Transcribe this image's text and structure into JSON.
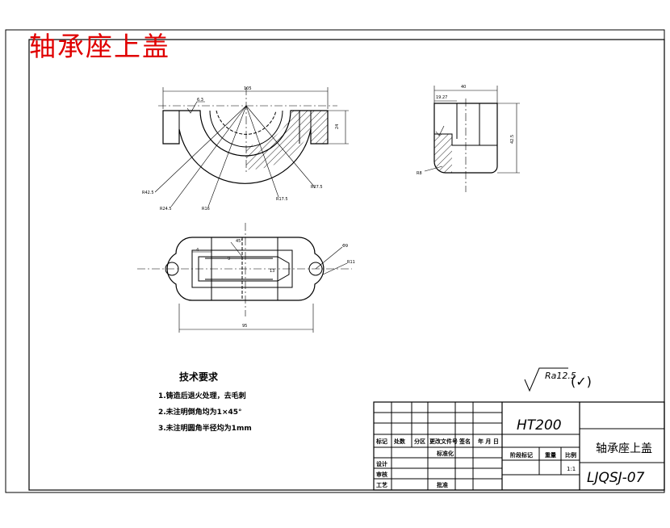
{
  "title": "轴承座上盖",
  "technical_requirements": {
    "heading": "技术要求",
    "items": [
      "1.铸造后退火处理，去毛刺",
      "2.未注明倒角均为1×45°",
      "3.未注明圆角半径均为1mm"
    ]
  },
  "front_view_dims": {
    "width": "105",
    "height": "24",
    "roughness": "6.3",
    "r1": "R42.5",
    "r2": "R24.5",
    "r3": "R16",
    "r4": "R17.5",
    "r5": "R27.5"
  },
  "side_view_dims": {
    "width": "40",
    "sub": "19.27",
    "height": "42.5",
    "radius": "R8"
  },
  "plan_view_dims": {
    "left_len": "4",
    "angle": "45°",
    "dim1": "9",
    "hole": "Φ9",
    "radius": "R11",
    "depth": "13",
    "overall": "95"
  },
  "surface_finish": {
    "symbol_value": "Ra12.5",
    "other": "(✓)"
  },
  "title_block": {
    "material": "HT200",
    "part_name": "轴承座上盖",
    "drawing_no": "LJQSJ-07",
    "headers": [
      "标记",
      "处数",
      "分区",
      "更改文件号",
      "签名",
      "年 月 日"
    ],
    "roles": [
      "设计",
      "审核",
      "工艺"
    ],
    "standardization": "标准化",
    "approve": "批准",
    "stage_mark": "阶段标记",
    "weight": "重量",
    "scale_label": "比例",
    "scale_value": "1:1"
  }
}
